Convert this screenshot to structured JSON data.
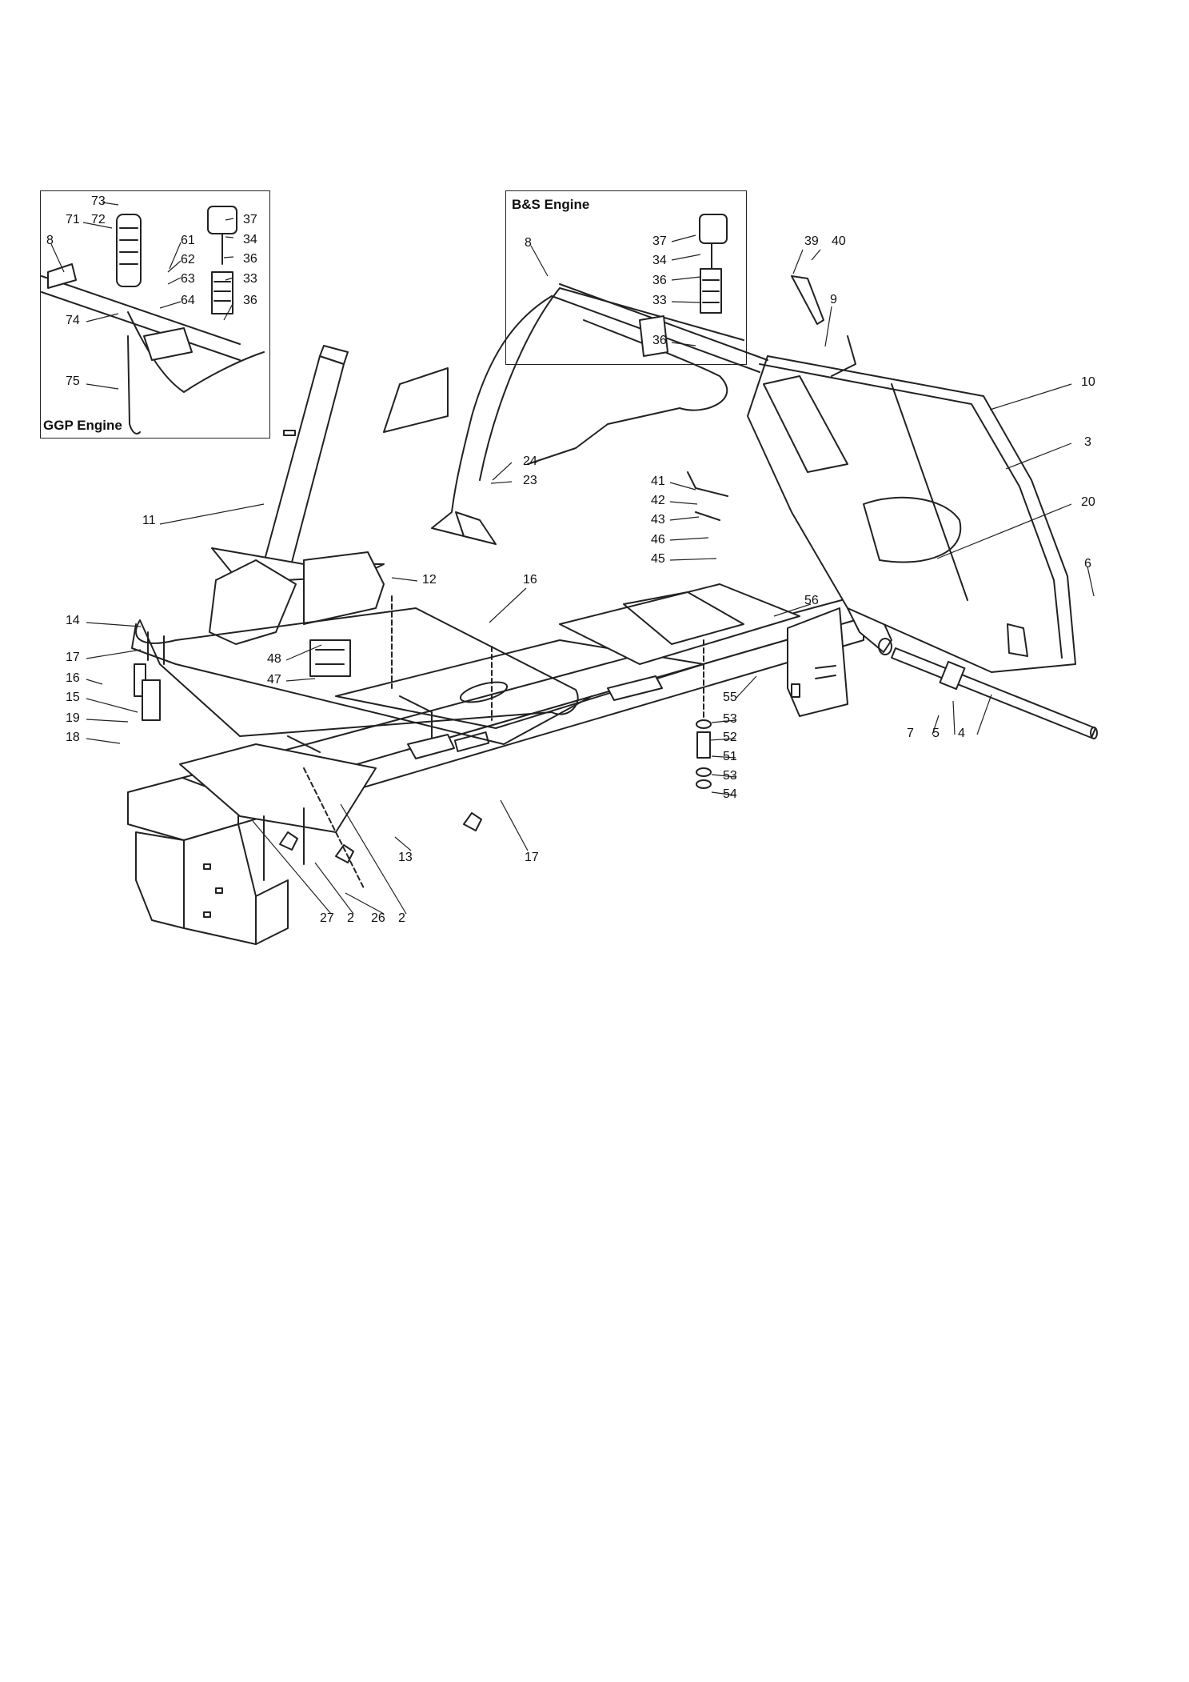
{
  "insets": {
    "ggp": {
      "title": "GGP Engine"
    },
    "bs": {
      "title": "B&S Engine"
    }
  },
  "callouts": [
    {
      "id": "c73",
      "text": "73"
    },
    {
      "id": "c71",
      "text": "71"
    },
    {
      "id": "c72",
      "text": "72"
    },
    {
      "id": "c8a",
      "text": "8"
    },
    {
      "id": "c37a",
      "text": "37"
    },
    {
      "id": "c61",
      "text": "61"
    },
    {
      "id": "c34a",
      "text": "34"
    },
    {
      "id": "c62",
      "text": "62"
    },
    {
      "id": "c36a",
      "text": "36"
    },
    {
      "id": "c63",
      "text": "63"
    },
    {
      "id": "c33a",
      "text": "33"
    },
    {
      "id": "c64",
      "text": "64"
    },
    {
      "id": "c36b",
      "text": "36"
    },
    {
      "id": "c74",
      "text": "74"
    },
    {
      "id": "c75",
      "text": "75"
    },
    {
      "id": "c8b",
      "text": "8"
    },
    {
      "id": "c37b",
      "text": "37"
    },
    {
      "id": "c34b",
      "text": "34"
    },
    {
      "id": "c36c",
      "text": "36"
    },
    {
      "id": "c33b",
      "text": "33"
    },
    {
      "id": "c36d",
      "text": "36"
    },
    {
      "id": "c39",
      "text": "39"
    },
    {
      "id": "c40",
      "text": "40"
    },
    {
      "id": "c9",
      "text": "9"
    },
    {
      "id": "c10",
      "text": "10"
    },
    {
      "id": "c3",
      "text": "3"
    },
    {
      "id": "c20",
      "text": "20"
    },
    {
      "id": "c6",
      "text": "6"
    },
    {
      "id": "c24",
      "text": "24"
    },
    {
      "id": "c23",
      "text": "23"
    },
    {
      "id": "c41",
      "text": "41"
    },
    {
      "id": "c42",
      "text": "42"
    },
    {
      "id": "c43",
      "text": "43"
    },
    {
      "id": "c46",
      "text": "46"
    },
    {
      "id": "c45",
      "text": "45"
    },
    {
      "id": "c11",
      "text": "11"
    },
    {
      "id": "c12",
      "text": "12"
    },
    {
      "id": "c16a",
      "text": "16"
    },
    {
      "id": "c56",
      "text": "56"
    },
    {
      "id": "c14",
      "text": "14"
    },
    {
      "id": "c17a",
      "text": "17"
    },
    {
      "id": "c48",
      "text": "48"
    },
    {
      "id": "c47",
      "text": "47"
    },
    {
      "id": "c16b",
      "text": "16"
    },
    {
      "id": "c15",
      "text": "15"
    },
    {
      "id": "c19",
      "text": "19"
    },
    {
      "id": "c18",
      "text": "18"
    },
    {
      "id": "c55",
      "text": "55"
    },
    {
      "id": "c53a",
      "text": "53"
    },
    {
      "id": "c52",
      "text": "52"
    },
    {
      "id": "c51",
      "text": "51"
    },
    {
      "id": "c53b",
      "text": "53"
    },
    {
      "id": "c54",
      "text": "54"
    },
    {
      "id": "c7",
      "text": "7"
    },
    {
      "id": "c5",
      "text": "5"
    },
    {
      "id": "c4",
      "text": "4"
    },
    {
      "id": "c13",
      "text": "13"
    },
    {
      "id": "c17b",
      "text": "17"
    },
    {
      "id": "c27",
      "text": "27"
    },
    {
      "id": "c2a",
      "text": "2"
    },
    {
      "id": "c26",
      "text": "26"
    },
    {
      "id": "c2b",
      "text": "2"
    }
  ]
}
